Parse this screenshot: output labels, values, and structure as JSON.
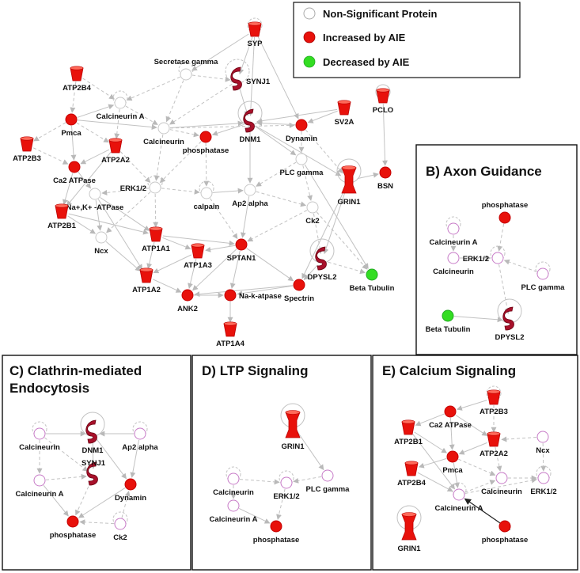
{
  "colors": {
    "increased": "#e8110b",
    "decreased": "#33dd22",
    "neutral_stroke": "#c8c8c8",
    "pink_stroke": "#c77bc7",
    "edge": "#c2c2c2",
    "dark_red": "#a8102a"
  },
  "legend": {
    "items": [
      {
        "key": "nonsig",
        "label": "Non-Significant Protein"
      },
      {
        "key": "inc",
        "label": "Increased by AIE"
      },
      {
        "key": "dec",
        "label": "Decreased by AIE"
      }
    ]
  },
  "panels": {
    "b": {
      "letter": "B)",
      "title": "Axon Guidance"
    },
    "c": {
      "letter": "C)",
      "title_line1": "Clathrin-mediated",
      "title_line2": "Endocytosis"
    },
    "d": {
      "letter": "D)",
      "title": "LTP Signaling"
    },
    "e": {
      "letter": "E)",
      "title": "Calcium Signaling"
    }
  },
  "network_a": {
    "nodes": [
      {
        "id": "SYP",
        "label": "SYP",
        "shape": "cup",
        "state": "inc"
      },
      {
        "id": "ATP2B4",
        "label": "ATP2B4",
        "shape": "cup",
        "state": "inc"
      },
      {
        "id": "SecretaseGamma",
        "label": "Secretase gamma",
        "shape": "circle",
        "state": "neutral"
      },
      {
        "id": "SYNJ1",
        "label": "SYNJ1",
        "shape": "enzyme",
        "state": "inc"
      },
      {
        "id": "SV2A",
        "label": "SV2A",
        "shape": "cup",
        "state": "inc"
      },
      {
        "id": "PCLO",
        "label": "PCLO",
        "shape": "cup",
        "state": "inc"
      },
      {
        "id": "Pmca",
        "label": "Pmca",
        "shape": "circle",
        "state": "inc"
      },
      {
        "id": "CalcineurinA",
        "label": "Calcineurin A",
        "shape": "circle",
        "state": "neutral"
      },
      {
        "id": "Calcineurin",
        "label": "Calcineurin",
        "shape": "circle",
        "state": "neutral"
      },
      {
        "id": "Dynamin",
        "label": "Dynamin",
        "shape": "circle",
        "state": "inc"
      },
      {
        "id": "ATP2B3",
        "label": "ATP2B3",
        "shape": "cup",
        "state": "inc"
      },
      {
        "id": "ATP2A2",
        "label": "ATP2A2",
        "shape": "cup",
        "state": "inc"
      },
      {
        "id": "DNM1",
        "label": "DNM1",
        "shape": "enzyme",
        "state": "inc"
      },
      {
        "id": "phosphatase",
        "label": "phosphatase",
        "shape": "circle",
        "state": "inc"
      },
      {
        "id": "Ca2ATPase",
        "label": "Ca2 ATPase",
        "shape": "circle",
        "state": "inc"
      },
      {
        "id": "GRIN1",
        "label": "GRIN1",
        "shape": "channel",
        "state": "inc"
      },
      {
        "id": "BSN",
        "label": "BSN",
        "shape": "circle",
        "state": "inc"
      },
      {
        "id": "ERK12",
        "label": "ERK1/2",
        "shape": "circle",
        "state": "neutral"
      },
      {
        "id": "PLCgamma",
        "label": "PLC gamma",
        "shape": "circle",
        "state": "neutral"
      },
      {
        "id": "NaKATPase",
        "label": "Na+,K+ -ATPase",
        "shape": "circle",
        "state": "neutral"
      },
      {
        "id": "calpain",
        "label": "calpain",
        "shape": "circle",
        "state": "neutral"
      },
      {
        "id": "Ap2alpha",
        "label": "Ap2 alpha",
        "shape": "circle",
        "state": "neutral"
      },
      {
        "id": "ATP2B1",
        "label": "ATP2B1",
        "shape": "cup",
        "state": "inc"
      },
      {
        "id": "Ck2",
        "label": "Ck2",
        "shape": "circle",
        "state": "neutral"
      },
      {
        "id": "Ncx",
        "label": "Ncx",
        "shape": "circle",
        "state": "neutral"
      },
      {
        "id": "ATP1A1",
        "label": "ATP1A1",
        "shape": "cup",
        "state": "inc"
      },
      {
        "id": "SPTAN1",
        "label": "SPTAN1",
        "shape": "circle",
        "state": "inc"
      },
      {
        "id": "ATP1A3",
        "label": "ATP1A3",
        "shape": "cup",
        "state": "inc"
      },
      {
        "id": "DPYSL2",
        "label": "DPYSL2",
        "shape": "enzyme",
        "state": "inc"
      },
      {
        "id": "BetaTubulin",
        "label": "Beta Tubulin",
        "shape": "circle",
        "state": "dec"
      },
      {
        "id": "ATP1A2",
        "label": "ATP1A2",
        "shape": "cup",
        "state": "inc"
      },
      {
        "id": "Spectrin",
        "label": "Spectrin",
        "shape": "circle",
        "state": "inc"
      },
      {
        "id": "ANK2",
        "label": "ANK2",
        "shape": "circle",
        "state": "inc"
      },
      {
        "id": "Nakatpase",
        "label": "Na-k-atpase",
        "shape": "circle",
        "state": "inc"
      },
      {
        "id": "ATP1A4",
        "label": "ATP1A4",
        "shape": "cup",
        "state": "inc"
      }
    ]
  },
  "network_b": {
    "nodes": [
      {
        "id": "phosphatase",
        "label": "phosphatase",
        "shape": "circle",
        "state": "inc"
      },
      {
        "id": "CalcineurinA",
        "label": "Calcineurin A",
        "shape": "circle",
        "state": "pink"
      },
      {
        "id": "Calcineurin",
        "label": "Calcineurin",
        "shape": "circle",
        "state": "pink"
      },
      {
        "id": "ERK12",
        "label": "ERK1/2",
        "shape": "circle",
        "state": "pink"
      },
      {
        "id": "PLCgamma",
        "label": "PLC gamma",
        "shape": "circle",
        "state": "pink"
      },
      {
        "id": "BetaTubulin",
        "label": "Beta Tubulin",
        "shape": "circle",
        "state": "dec"
      },
      {
        "id": "DPYSL2",
        "label": "DPYSL2",
        "shape": "enzyme",
        "state": "inc"
      }
    ]
  },
  "network_c": {
    "nodes": [
      {
        "id": "Calcineurin",
        "label": "Calcineurin",
        "shape": "circle",
        "state": "pink"
      },
      {
        "id": "DNM1",
        "label": "DNM1",
        "shape": "enzyme",
        "state": "inc"
      },
      {
        "id": "Ap2alpha",
        "label": "Ap2 alpha",
        "shape": "circle",
        "state": "pink"
      },
      {
        "id": "CalcineurinA",
        "label": "Calcineurin A",
        "shape": "circle",
        "state": "pink"
      },
      {
        "id": "SYNJ1",
        "label": "SYNJ1",
        "shape": "enzyme",
        "state": "inc"
      },
      {
        "id": "Dynamin",
        "label": "Dynamin",
        "shape": "circle",
        "state": "inc"
      },
      {
        "id": "phosphatase",
        "label": "phosphatase",
        "shape": "circle",
        "state": "inc"
      },
      {
        "id": "Ck2",
        "label": "Ck2",
        "shape": "circle",
        "state": "pink"
      }
    ]
  },
  "network_d": {
    "nodes": [
      {
        "id": "GRIN1",
        "label": "GRIN1",
        "shape": "channel",
        "state": "inc"
      },
      {
        "id": "Calcineurin",
        "label": "Calcineurin",
        "shape": "circle",
        "state": "pink"
      },
      {
        "id": "PLCgamma",
        "label": "PLC gamma",
        "shape": "circle",
        "state": "pink"
      },
      {
        "id": "ERK12",
        "label": "ERK1/2",
        "shape": "circle",
        "state": "pink"
      },
      {
        "id": "CalcineurinA",
        "label": "Calcineurin A",
        "shape": "circle",
        "state": "pink"
      },
      {
        "id": "phosphatase",
        "label": "phosphatase",
        "shape": "circle",
        "state": "inc"
      }
    ]
  },
  "network_e": {
    "nodes": [
      {
        "id": "ATP2B3",
        "label": "ATP2B3",
        "shape": "cup",
        "state": "inc"
      },
      {
        "id": "Ca2ATPase",
        "label": "Ca2 ATPase",
        "shape": "circle",
        "state": "inc"
      },
      {
        "id": "ATP2B1",
        "label": "ATP2B1",
        "shape": "cup",
        "state": "inc"
      },
      {
        "id": "ATP2A2",
        "label": "ATP2A2",
        "shape": "cup",
        "state": "inc"
      },
      {
        "id": "Ncx",
        "label": "Ncx",
        "shape": "circle",
        "state": "pink"
      },
      {
        "id": "Pmca",
        "label": "Pmca",
        "shape": "circle",
        "state": "inc"
      },
      {
        "id": "ATP2B4",
        "label": "ATP2B4",
        "shape": "cup",
        "state": "inc"
      },
      {
        "id": "Calcineurin",
        "label": "Calcineurin",
        "shape": "circle",
        "state": "pink"
      },
      {
        "id": "ERK12",
        "label": "ERK1/2",
        "shape": "circle",
        "state": "pink"
      },
      {
        "id": "CalcineurinA",
        "label": "Calcineurin A",
        "shape": "circle",
        "state": "pink"
      },
      {
        "id": "phosphatase",
        "label": "phosphatase",
        "shape": "circle",
        "state": "inc"
      },
      {
        "id": "GRIN1",
        "label": "GRIN1",
        "shape": "channel",
        "state": "inc"
      }
    ]
  }
}
